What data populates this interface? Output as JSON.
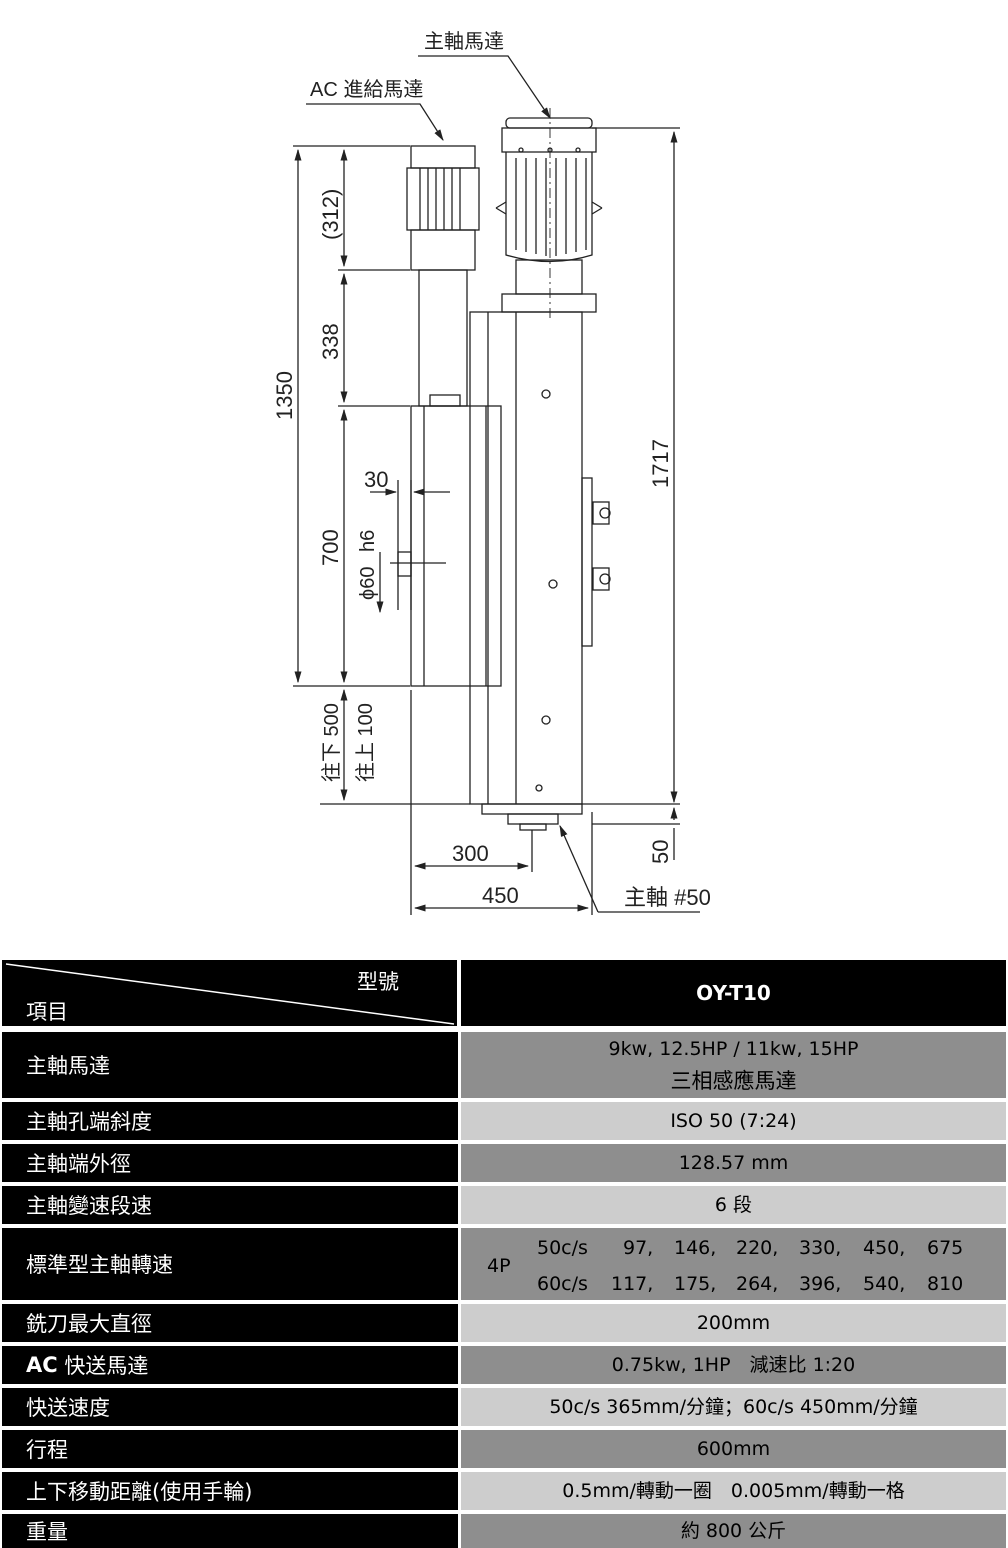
{
  "drawing": {
    "labels": {
      "spindle_motor": "主軸馬達",
      "ac_feed_motor": "AC 進給馬達",
      "spindle_taper": "主軸 #50"
    },
    "dimensions": {
      "d312": "(312)",
      "d338": "338",
      "d1350": "1350",
      "d700": "700",
      "d30": "30",
      "d_h6": "h6",
      "d_phi60": "ϕ60",
      "d1717": "1717",
      "d_down": "往下 500",
      "d_up": "往上 100",
      "d50": "50",
      "d300": "300",
      "d450": "450"
    }
  },
  "table": {
    "header": {
      "model_label": "型號",
      "item_label": "項目",
      "model": "OY-T10"
    },
    "rows": [
      {
        "label": "主軸馬達",
        "lines": [
          "9kw, 12.5HP / 11kw, 15HP",
          "三相感應馬達"
        ]
      },
      {
        "label": "主軸孔端斜度",
        "lines": [
          "ISO 50 (7:24)"
        ]
      },
      {
        "label": "主軸端外徑",
        "lines": [
          "128.57 mm"
        ]
      },
      {
        "label": "主軸變速段速",
        "lines": [
          "6 段"
        ]
      },
      {
        "label": "標準型主軸轉速",
        "speed": {
          "poles": "4P",
          "r50": {
            "freq": "50c/s",
            "vals": [
              "97,",
              "146,",
              "220,",
              "330,",
              "450,",
              "675"
            ]
          },
          "r60": {
            "freq": "60c/s",
            "vals": [
              "117,",
              "175,",
              "264,",
              "396,",
              "540,",
              "810"
            ]
          }
        }
      },
      {
        "label": "銑刀最大直徑",
        "lines": [
          "200mm"
        ]
      },
      {
        "label_bold": "AC",
        "label": " 快送馬達",
        "lines": [
          "0.75kw, 1HP　減速比  1:20"
        ]
      },
      {
        "label": "快送速度",
        "lines": [
          "50c/s 365mm/分鐘；60c/s 450mm/分鐘"
        ]
      },
      {
        "label": "行程",
        "lines": [
          "600mm"
        ]
      },
      {
        "label": "上下移動距離(使用手輪)",
        "lines": [
          "0.5mm/轉動一圈　0.005mm/轉動一格"
        ]
      },
      {
        "label": "重量",
        "lines": [
          "約  800  公斤"
        ]
      }
    ]
  }
}
